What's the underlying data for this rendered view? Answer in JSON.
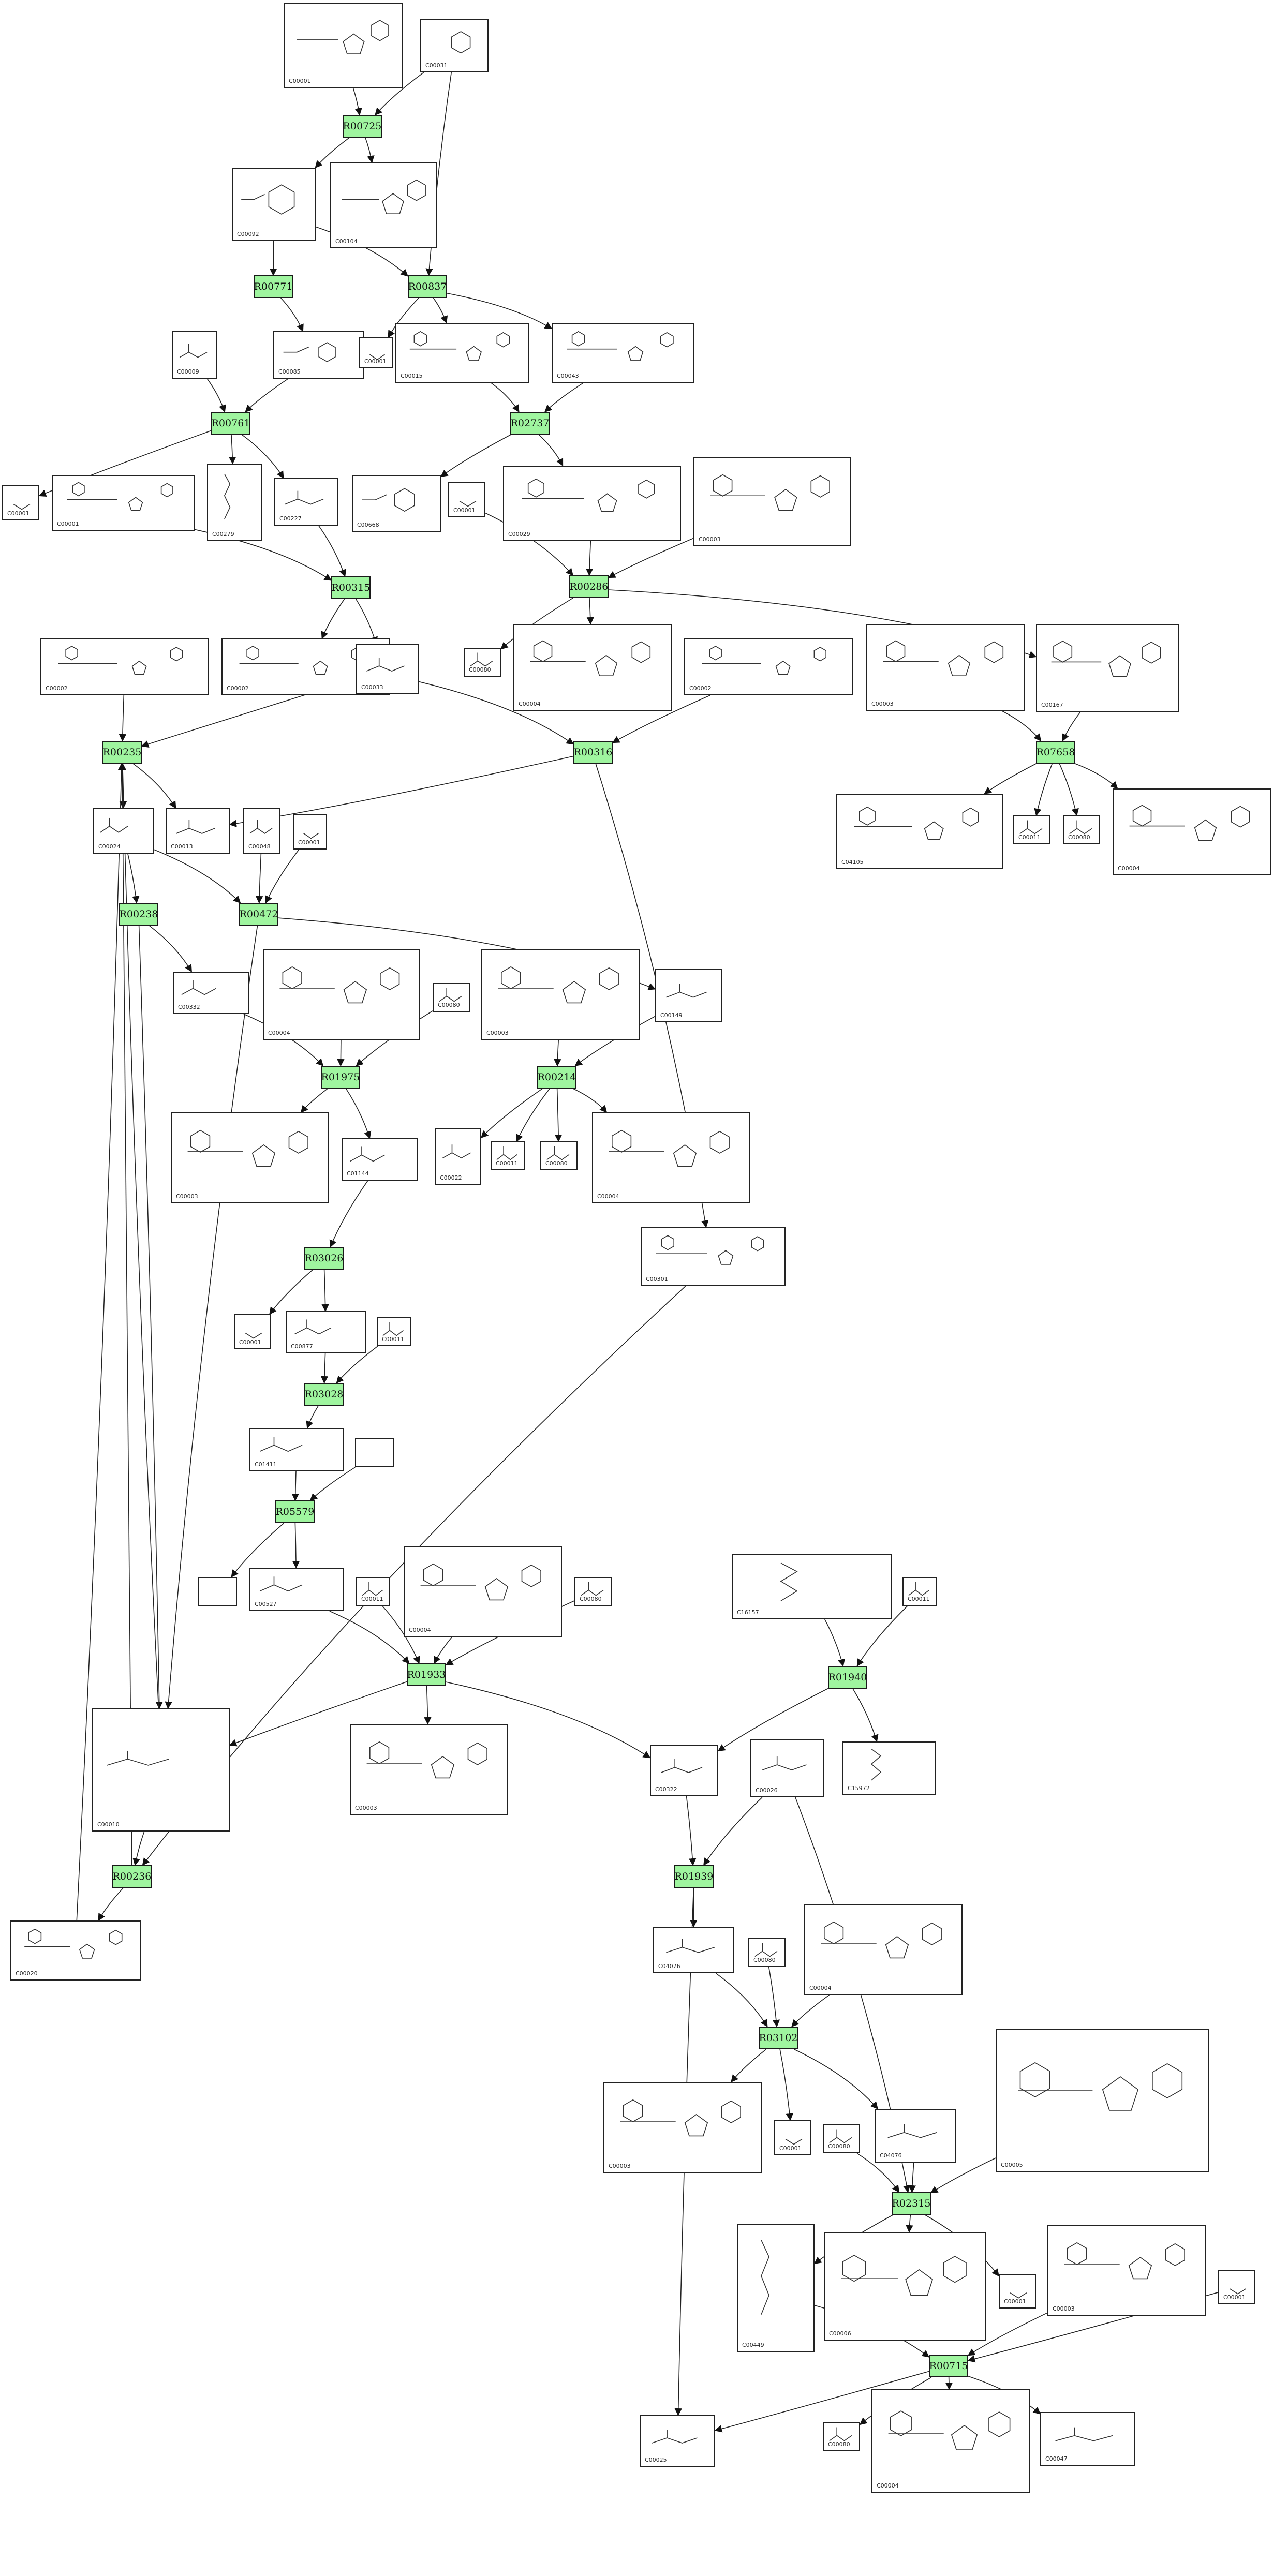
{
  "reactions": [
    {
      "id": "r1",
      "label": "R00725"
    },
    {
      "id": "r2",
      "label": "R00771"
    },
    {
      "id": "r3",
      "label": "R00837"
    },
    {
      "id": "r4",
      "label": "R00761"
    },
    {
      "id": "r5",
      "label": "R02737"
    },
    {
      "id": "r6",
      "label": "R00286"
    },
    {
      "id": "r7",
      "label": "R00315"
    },
    {
      "id": "r8",
      "label": "R00235"
    },
    {
      "id": "r9",
      "label": "R00316"
    },
    {
      "id": "r10",
      "label": "R07658"
    },
    {
      "id": "r11",
      "label": "R00238"
    },
    {
      "id": "r12",
      "label": "R00472"
    },
    {
      "id": "r13",
      "label": "R01975"
    },
    {
      "id": "r14",
      "label": "R00214"
    },
    {
      "id": "r15",
      "label": "R03026"
    },
    {
      "id": "r16",
      "label": "R03028"
    },
    {
      "id": "r17",
      "label": "R05579"
    },
    {
      "id": "r18",
      "label": "R01940"
    },
    {
      "id": "r19",
      "label": "R01933"
    },
    {
      "id": "r20",
      "label": "R00236"
    },
    {
      "id": "r21",
      "label": "R01939"
    },
    {
      "id": "r22",
      "label": "R03102"
    },
    {
      "id": "r23",
      "label": "R02315"
    },
    {
      "id": "r24",
      "label": "R00715"
    }
  ],
  "compounds": [
    {
      "id": "c_atp_top",
      "label": "C00001",
      "structure": "nucleotide"
    },
    {
      "id": "c_sugar_top",
      "label": "C00031",
      "structure": "sugar"
    },
    {
      "id": "c_g6p",
      "label": "C00092",
      "structure": "sugar-phosphate"
    },
    {
      "id": "c_adp1",
      "label": "C00104",
      "structure": "nucleotide"
    },
    {
      "id": "c_pi1",
      "label": "C00009",
      "structure": "small"
    },
    {
      "id": "c_f6p",
      "label": "C00085",
      "structure": "sugar-phosphate"
    },
    {
      "id": "c_h2o1",
      "label": "C00001",
      "structure": "water"
    },
    {
      "id": "c_udpa",
      "label": "C00015",
      "structure": "nucleotide"
    },
    {
      "id": "c_udpb",
      "label": "C00043",
      "structure": "nucleotide"
    },
    {
      "id": "c_h2o2",
      "label": "C00001",
      "structure": "water"
    },
    {
      "id": "c_thdp",
      "label": "C00001",
      "structure": "nucleotide"
    },
    {
      "id": "c_glycald",
      "label": "C00279",
      "structure": "chain"
    },
    {
      "id": "c_acp",
      "label": "C00227",
      "structure": "small"
    },
    {
      "id": "c_glcn",
      "label": "C00668",
      "structure": "sugar-phosphate"
    },
    {
      "id": "c_h2o3",
      "label": "C00001",
      "structure": "water"
    },
    {
      "id": "c_udpg",
      "label": "C00029",
      "structure": "nucleotide"
    },
    {
      "id": "c_nad1",
      "label": "C00003",
      "structure": "nucleotide"
    },
    {
      "id": "c_atp2",
      "label": "C00002",
      "structure": "nucleotide"
    },
    {
      "id": "c_adp2",
      "label": "C00002",
      "structure": "nucleotide"
    },
    {
      "id": "c_acetate",
      "label": "C00033",
      "structure": "small"
    },
    {
      "id": "c_hplus1",
      "label": "C00080",
      "structure": "small"
    },
    {
      "id": "c_nadh1",
      "label": "C00004",
      "structure": "nucleotide"
    },
    {
      "id": "c_atp3",
      "label": "C00002",
      "structure": "nucleotide"
    },
    {
      "id": "c_nad2",
      "label": "C00003",
      "structure": "nucleotide"
    },
    {
      "id": "c_udpglcA",
      "label": "C00167",
      "structure": "nucleotide"
    },
    {
      "id": "c_acoa",
      "label": "C00024",
      "structure": "coa"
    },
    {
      "id": "c_ppi",
      "label": "C00013",
      "structure": "small"
    },
    {
      "id": "c_glyox",
      "label": "C00048",
      "structure": "small"
    },
    {
      "id": "c_h2o4",
      "label": "C00001",
      "structure": "water"
    },
    {
      "id": "c_udpx",
      "label": "C04105",
      "structure": "nucleotide"
    },
    {
      "id": "c_co2a",
      "label": "C00011",
      "structure": "small"
    },
    {
      "id": "c_hplus2",
      "label": "C00080",
      "structure": "small"
    },
    {
      "id": "c_nadh2",
      "label": "C00004",
      "structure": "nucleotide"
    },
    {
      "id": "c_pcoa",
      "label": "C00332",
      "structure": "coa"
    },
    {
      "id": "c_nadh3",
      "label": "C00004",
      "structure": "nucleotide"
    },
    {
      "id": "c_hplus3",
      "label": "C00080",
      "structure": "small"
    },
    {
      "id": "c_nad3",
      "label": "C00003",
      "structure": "nucleotide"
    },
    {
      "id": "c_malate",
      "label": "C00149",
      "structure": "small"
    },
    {
      "id": "c_nad4",
      "label": "C00003",
      "structure": "nucleotide"
    },
    {
      "id": "c_hbcoa",
      "label": "C01144",
      "structure": "coa"
    },
    {
      "id": "c_pyr",
      "label": "C00022",
      "structure": "small"
    },
    {
      "id": "c_co2b",
      "label": "C00011",
      "structure": "small"
    },
    {
      "id": "c_hplus4",
      "label": "C00080",
      "structure": "small"
    },
    {
      "id": "c_nadh4",
      "label": "C00004",
      "structure": "nucleotide"
    },
    {
      "id": "c_adpr",
      "label": "C00301",
      "structure": "nucleotide"
    },
    {
      "id": "c_h2o5",
      "label": "C00001",
      "structure": "water"
    },
    {
      "id": "c_crot",
      "label": "C00877",
      "structure": "coa"
    },
    {
      "id": "c_co2c",
      "label": "C00011",
      "structure": "small"
    },
    {
      "id": "c_gcoa",
      "label": "C01411",
      "structure": "coa"
    },
    {
      "id": "c_empty1",
      "label": "",
      "structure": "empty"
    },
    {
      "id": "c_empty2",
      "label": "",
      "structure": "empty"
    },
    {
      "id": "c_glutcoa",
      "label": "C00527",
      "structure": "coa"
    },
    {
      "id": "c_co2d",
      "label": "C00011",
      "structure": "small"
    },
    {
      "id": "c_nadh5",
      "label": "C00004",
      "structure": "nucleotide"
    },
    {
      "id": "c_hplus5",
      "label": "C00080",
      "structure": "small"
    },
    {
      "id": "c_lipo",
      "label": "C16157",
      "structure": "chain"
    },
    {
      "id": "c_co2e",
      "label": "C00011",
      "structure": "small"
    },
    {
      "id": "c_coa",
      "label": "C00010",
      "structure": "coa"
    },
    {
      "id": "c_nad5",
      "label": "C00003",
      "structure": "nucleotide"
    },
    {
      "id": "c_oxog",
      "label": "C00322",
      "structure": "small"
    },
    {
      "id": "c_lys",
      "label": "C00026",
      "structure": "small"
    },
    {
      "id": "c_dhl",
      "label": "C15972",
      "structure": "chain"
    },
    {
      "id": "c_amp",
      "label": "C00020",
      "structure": "nucleotide"
    },
    {
      "id": "c_aasa",
      "label": "C04076",
      "structure": "small"
    },
    {
      "id": "c_hplus6",
      "label": "C00080",
      "structure": "small"
    },
    {
      "id": "c_nadh6",
      "label": "C00004",
      "structure": "nucleotide"
    },
    {
      "id": "c_nad6",
      "label": "C00003",
      "structure": "nucleotide"
    },
    {
      "id": "c_h2o6",
      "label": "C00001",
      "structure": "water"
    },
    {
      "id": "c_hplus7",
      "label": "C00080",
      "structure": "small"
    },
    {
      "id": "c_aadp",
      "label": "C04076",
      "structure": "small"
    },
    {
      "id": "c_nadph",
      "label": "C00005",
      "structure": "nucleotide"
    },
    {
      "id": "c_sacc",
      "label": "C00449",
      "structure": "chain"
    },
    {
      "id": "c_nadp",
      "label": "C00006",
      "structure": "nucleotide"
    },
    {
      "id": "c_h2o7",
      "label": "C00001",
      "structure": "water"
    },
    {
      "id": "c_nad7",
      "label": "C00003",
      "structure": "nucleotide"
    },
    {
      "id": "c_h2o8",
      "label": "C00001",
      "structure": "water"
    },
    {
      "id": "c_glu",
      "label": "C00025",
      "structure": "small"
    },
    {
      "id": "c_hplus8",
      "label": "C00080",
      "structure": "small"
    },
    {
      "id": "c_nadh7",
      "label": "C00004",
      "structure": "nucleotide"
    },
    {
      "id": "c_lys2",
      "label": "C00047",
      "structure": "small"
    }
  ],
  "edges": [
    [
      "c_atp_top",
      "r1"
    ],
    [
      "c_sugar_top",
      "r1"
    ],
    [
      "r1",
      "c_g6p"
    ],
    [
      "r1",
      "c_adp1"
    ],
    [
      "c_g6p",
      "r2"
    ],
    [
      "c_sugar_top",
      "r3"
    ],
    [
      "c_g6p",
      "r3"
    ],
    [
      "r2",
      "c_f6p"
    ],
    [
      "r3",
      "c_h2o1"
    ],
    [
      "r3",
      "c_udpa"
    ],
    [
      "r3",
      "c_udpb"
    ],
    [
      "c_pi1",
      "r4"
    ],
    [
      "c_f6p",
      "r4"
    ],
    [
      "c_udpa",
      "r5"
    ],
    [
      "c_udpb",
      "r5"
    ],
    [
      "r4",
      "c_h2o2"
    ],
    [
      "r4",
      "c_glycald"
    ],
    [
      "r4",
      "c_acp"
    ],
    [
      "r5",
      "c_glcn"
    ],
    [
      "r5",
      "c_udpg"
    ],
    [
      "c_thdp",
      "r7"
    ],
    [
      "c_acp",
      "r7"
    ],
    [
      "c_h2o3",
      "r6"
    ],
    [
      "c_udpg",
      "r6"
    ],
    [
      "c_nad1",
      "r6"
    ],
    [
      "r6",
      "c_hplus1"
    ],
    [
      "r6",
      "c_nadh1"
    ],
    [
      "r6",
      "c_udpglcA"
    ],
    [
      "r7",
      "c_adp2"
    ],
    [
      "r7",
      "c_acetate"
    ],
    [
      "c_atp2",
      "r8"
    ],
    [
      "c_acetate",
      "r8"
    ],
    [
      "c_acetate",
      "r9"
    ],
    [
      "c_atp3",
      "r9"
    ],
    [
      "c_nad2",
      "r10"
    ],
    [
      "c_udpglcA",
      "r10"
    ],
    [
      "r10",
      "c_udpx"
    ],
    [
      "r10",
      "c_co2a"
    ],
    [
      "r10",
      "c_hplus2"
    ],
    [
      "r10",
      "c_nadh2"
    ],
    [
      "r8",
      "c_acoa"
    ],
    [
      "r8",
      "c_ppi"
    ],
    [
      "r9",
      "c_ppi"
    ],
    [
      "c_acoa",
      "r11"
    ],
    [
      "c_acoa",
      "r12"
    ],
    [
      "c_glyox",
      "r12"
    ],
    [
      "c_h2o4",
      "r12"
    ],
    [
      "r11",
      "c_pcoa"
    ],
    [
      "r12",
      "c_malate"
    ],
    [
      "c_pcoa",
      "r13"
    ],
    [
      "c_nadh3",
      "r13"
    ],
    [
      "c_hplus3",
      "r13"
    ],
    [
      "c_malate",
      "r14"
    ],
    [
      "c_nad3",
      "r14"
    ],
    [
      "r13",
      "c_nad4"
    ],
    [
      "r13",
      "c_hbcoa"
    ],
    [
      "r14",
      "c_pyr"
    ],
    [
      "r14",
      "c_co2b"
    ],
    [
      "r14",
      "c_hplus4"
    ],
    [
      "r14",
      "c_nadh4"
    ],
    [
      "c_hbcoa",
      "r15"
    ],
    [
      "r15",
      "c_h2o5"
    ],
    [
      "r15",
      "c_crot"
    ],
    [
      "c_crot",
      "r16"
    ],
    [
      "c_co2c",
      "r16"
    ],
    [
      "r16",
      "c_gcoa"
    ],
    [
      "c_gcoa",
      "r17"
    ],
    [
      "c_empty1",
      "r17"
    ],
    [
      "r17",
      "c_empty2"
    ],
    [
      "r17",
      "c_glutcoa"
    ],
    [
      "c_glutcoa",
      "r19"
    ],
    [
      "c_co2d",
      "r19"
    ],
    [
      "c_nadh5",
      "r19"
    ],
    [
      "c_hplus5",
      "r19"
    ],
    [
      "c_lipo",
      "r18"
    ],
    [
      "c_co2e",
      "r18"
    ],
    [
      "r18",
      "c_oxog"
    ],
    [
      "r18",
      "c_dhl"
    ],
    [
      "r19",
      "c_coa"
    ],
    [
      "r19",
      "c_nad5"
    ],
    [
      "r19",
      "c_oxog"
    ],
    [
      "c_oxog",
      "r21"
    ],
    [
      "c_lys",
      "r21"
    ],
    [
      "c_lys",
      "r23"
    ],
    [
      "c_coa",
      "r20"
    ],
    [
      "c_adpr",
      "r20"
    ],
    [
      "r20",
      "c_amp"
    ],
    [
      "r20",
      "r8"
    ],
    [
      "r12",
      "c_coa"
    ],
    [
      "r11",
      "c_coa"
    ],
    [
      "c_coa",
      "r8"
    ],
    [
      "c_amp",
      "r8"
    ],
    [
      "r21",
      "c_aasa"
    ],
    [
      "r21",
      "c_glu"
    ],
    [
      "c_aasa",
      "r22"
    ],
    [
      "c_hplus6",
      "r22"
    ],
    [
      "c_nadh6",
      "r22"
    ],
    [
      "r22",
      "c_nad6"
    ],
    [
      "r22",
      "c_h2o6"
    ],
    [
      "r22",
      "c_aadp"
    ],
    [
      "c_hplus7",
      "r23"
    ],
    [
      "c_aadp",
      "r23"
    ],
    [
      "c_nadph",
      "r23"
    ],
    [
      "r23",
      "c_sacc"
    ],
    [
      "r23",
      "c_nadp"
    ],
    [
      "r23",
      "c_h2o7"
    ],
    [
      "c_sacc",
      "r24"
    ],
    [
      "c_nad7",
      "r24"
    ],
    [
      "c_h2o8",
      "r24"
    ],
    [
      "r24",
      "c_glu"
    ],
    [
      "r24",
      "c_hplus8"
    ],
    [
      "r24",
      "c_nadh7"
    ],
    [
      "r24",
      "c_lys2"
    ],
    [
      "r9",
      "c_adpr"
    ]
  ]
}
